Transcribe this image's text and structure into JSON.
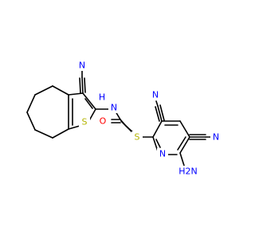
{
  "molecule": {
    "colors": {
      "bond": "#000000",
      "carbon": "#000000",
      "nitrogen": "#0000ff",
      "oxygen": "#ff0000",
      "sulfur": "#b4b400"
    },
    "labels": {
      "cn_thiophene": "N",
      "nh_amide": "N",
      "h_amide": "H",
      "s_thiophene": "S",
      "o_carbonyl": "O",
      "s_thioether": "S",
      "cn_pyridine_top": "N",
      "cn_pyridine_right": "N",
      "n_pyridine": "N",
      "nh2_amino": "H2N"
    }
  }
}
